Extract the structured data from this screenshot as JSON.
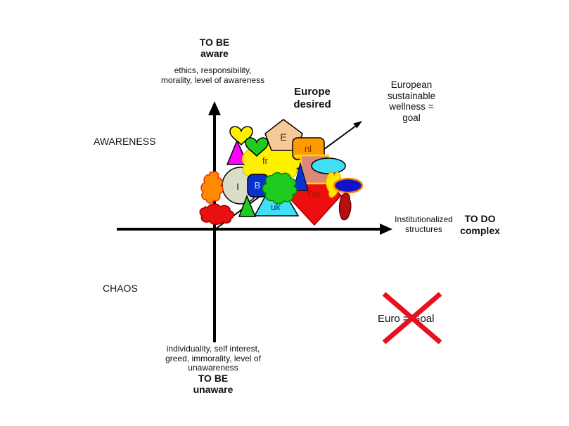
{
  "quadrants": {
    "awareness_label": "AWARENESS",
    "chaos_label": "CHAOS"
  },
  "vertical_axis": {
    "top_title": "TO BE\naware",
    "top_description": "ethics, responsibility,\nmorality, level of awareness",
    "bottom_description": "individuality, self interest,\ngreed, immorality, level of\nunawareness",
    "bottom_title": "TO BE\nunaware"
  },
  "horizontal_axis": {
    "description": "Institutionalized\nstructures",
    "title": "TO DO\ncomplex"
  },
  "annotations": {
    "europe_desired": "Europe\ndesired",
    "european_goal": "European\nsustainable\nwellness =\ngoal",
    "rejected_goal": "Euro = Goal"
  },
  "cluster": {
    "labels": {
      "spain": "E",
      "netherlands": "nl",
      "france": "fr",
      "italy": "I",
      "belgium": "B",
      "uk": "uk",
      "germany": "Ge"
    }
  },
  "colors": {
    "axis_black": "#000000",
    "x_red": "#E8101D",
    "yellow": "#FFF000",
    "bright_green": "#1ECB1E",
    "magenta": "#FF00FF",
    "peach": "#F6C998",
    "orange": "#FF9900",
    "sage_gray": "#D9DEC8",
    "royal_blue": "#0633CF",
    "cyan": "#3FDFF5",
    "red": "#EE0E0E",
    "rose": "#DC8878",
    "navy_blue": "#1113CC",
    "flame_orange": "#FF8A00",
    "blob_red": "#E81010",
    "dark_red": "#B51010",
    "flower_yellow": "#FFE800",
    "strip_yellow": "#FFE800"
  }
}
